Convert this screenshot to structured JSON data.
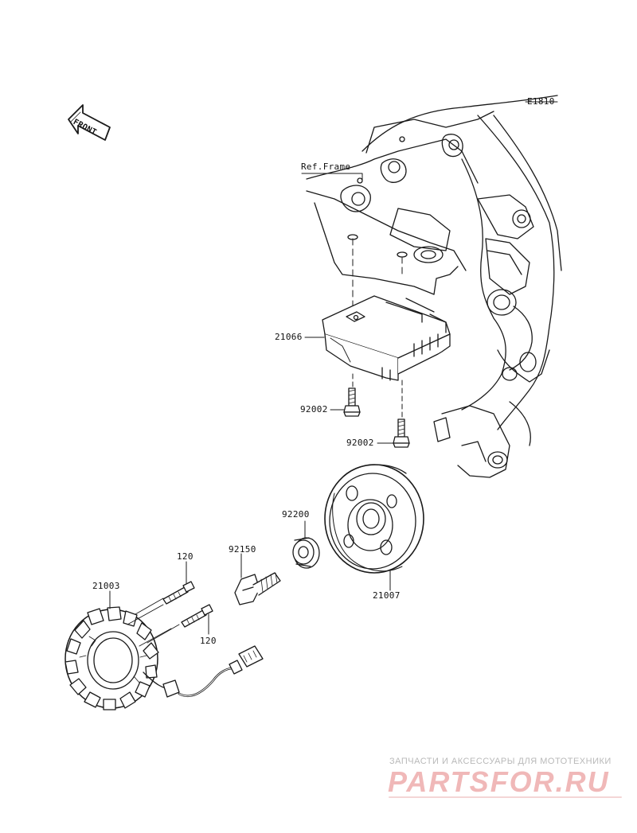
{
  "diagram_code": "E1810",
  "front_label": "FRONT",
  "ref_frame_label": "Ref.Frame",
  "parts": {
    "regulator": "21066",
    "bolt_a": "92002",
    "bolt_b": "92002",
    "washer": "92200",
    "rotor_bolt": "92150",
    "rotor": "21007",
    "stator": "21003",
    "screw_a": "120",
    "screw_b": "120"
  },
  "watermark": {
    "tagline": "ЗАПЧАСТИ И АКСЕССУАРЫ ДЛЯ МОТОТЕХНИКИ",
    "brand": "PARTSFOR.RU"
  }
}
